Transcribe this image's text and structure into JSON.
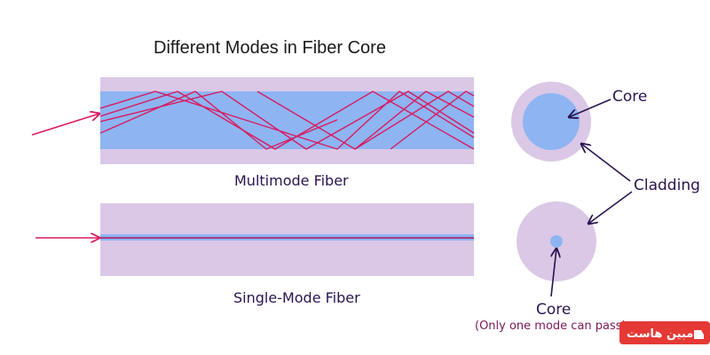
{
  "title": "Different Modes in Fiber Core",
  "multimode": {
    "caption": "Multimode Fiber"
  },
  "singlemode": {
    "caption": "Single-Mode Fiber"
  },
  "labels": {
    "core_top": "Core",
    "cladding": "Cladding",
    "core_bottom": "Core",
    "note": "(Only one mode can pass)"
  },
  "watermark": {
    "text": "مبين هاست"
  },
  "colors": {
    "cladding": "#dac8e6",
    "core": "#8eb4f2",
    "ray": "#d81b60",
    "arrow": "#2a1450",
    "watermark_bg": "#e53935"
  }
}
